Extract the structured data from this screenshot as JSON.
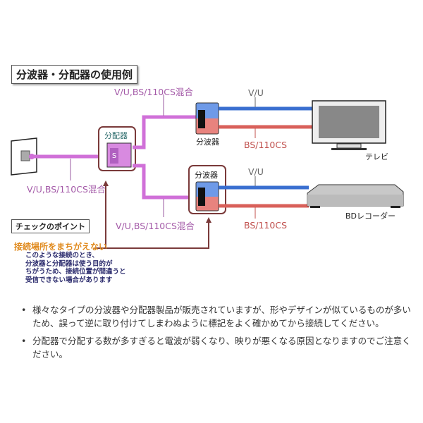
{
  "title": "分波器・分配器の使用例",
  "labels": {
    "mixed_top": "V/U,BS/110CS混合",
    "mixed_left": "V/U,BS/110CS混合",
    "mixed_bottom": "V/U,BS/110CS混合",
    "vu_top": "V/U",
    "bs_top": "BS/110CS",
    "vu_bottom": "V/U",
    "bs_bottom": "BS/110CS"
  },
  "devices": {
    "distributor": "分配器",
    "splitter_top": "分波器",
    "splitter_bottom": "分波器",
    "tv": "テレビ",
    "recorder": "BDレコーダー"
  },
  "check": {
    "heading": "チェックのポイント",
    "warning": "接続場所をまちがえない",
    "note_lines": [
      "このような接続のとき、",
      "分波器と分配器は使う目的が",
      "ちがうため、接続位置が間違うと",
      "受信できない場合があります"
    ]
  },
  "bullets": [
    "様々なタイプの分波器や分配器製品が販売されていますが、形やデザインが似ているものが多いため、誤って逆に取り付けてしまわぬように標記をよく確かめてから接続してください。",
    "分配器で分配する数が多すぎると電波が弱くなり、映りが悪くなる原因となりますのでご注意ください。"
  ],
  "bullet_symbol": "•",
  "colors": {
    "mixed_cable": "#d070d8",
    "vu_cable": "#3a6fd0",
    "bs_cable": "#d9605a",
    "frame": "#7a3a3a",
    "warning": "#e08a1e",
    "note": "#2d2d6e"
  }
}
